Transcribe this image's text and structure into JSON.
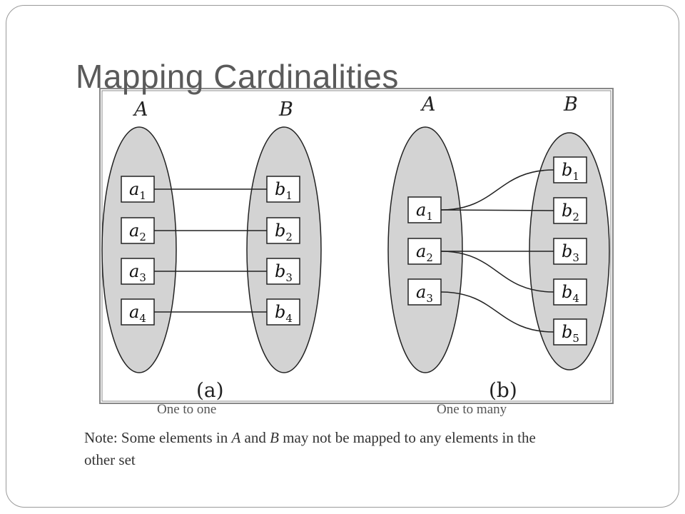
{
  "slide": {
    "title": "Mapping Cardinalities",
    "captions": {
      "left": "One to one",
      "right": "One to many"
    },
    "note": {
      "part1": "Note: Some elements in ",
      "set_a": "A",
      "part2": " and ",
      "set_b": "B",
      "part3": " may not be mapped to any elements in the other set"
    }
  },
  "diagram": {
    "panel_a": {
      "label": "(a)",
      "set_a_label": "A",
      "set_b_label": "B",
      "a_elements": [
        {
          "base": "a",
          "sub": "1"
        },
        {
          "base": "a",
          "sub": "2"
        },
        {
          "base": "a",
          "sub": "3"
        },
        {
          "base": "a",
          "sub": "4"
        }
      ],
      "b_elements": [
        {
          "base": "b",
          "sub": "1"
        },
        {
          "base": "b",
          "sub": "2"
        },
        {
          "base": "b",
          "sub": "3"
        },
        {
          "base": "b",
          "sub": "4"
        }
      ],
      "mappings": [
        [
          0,
          0
        ],
        [
          1,
          1
        ],
        [
          2,
          2
        ],
        [
          3,
          3
        ]
      ]
    },
    "panel_b": {
      "label": "(b)",
      "set_a_label": "A",
      "set_b_label": "B",
      "a_elements": [
        {
          "base": "a",
          "sub": "1"
        },
        {
          "base": "a",
          "sub": "2"
        },
        {
          "base": "a",
          "sub": "3"
        }
      ],
      "b_elements": [
        {
          "base": "b",
          "sub": "1"
        },
        {
          "base": "b",
          "sub": "2"
        },
        {
          "base": "b",
          "sub": "3"
        },
        {
          "base": "b",
          "sub": "4"
        },
        {
          "base": "b",
          "sub": "5"
        }
      ],
      "mappings": [
        [
          0,
          0
        ],
        [
          0,
          1
        ],
        [
          1,
          2
        ],
        [
          1,
          3
        ],
        [
          2,
          4
        ]
      ]
    }
  }
}
